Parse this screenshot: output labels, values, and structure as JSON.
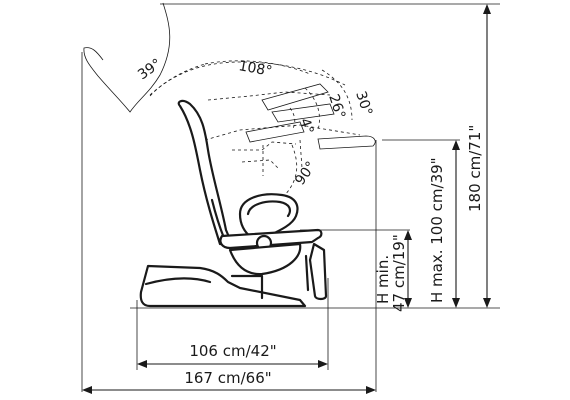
{
  "diagram": {
    "dimensions": {
      "depth_min": "106 cm/42\"",
      "depth_total": "167 cm/66\"",
      "height_total": "180 cm/71\"",
      "height_max": "H max. 100 cm/39\"",
      "height_min_line1": "H min.",
      "height_min_line2": "47 cm/19\""
    },
    "angles": {
      "backrest_tilt": "39°",
      "backrest_recline": "108°",
      "leg_rest_up": "30°",
      "leg_rest_mid": "26°",
      "leg_rest_small": "4°",
      "leg_rest_down": "90°"
    }
  }
}
